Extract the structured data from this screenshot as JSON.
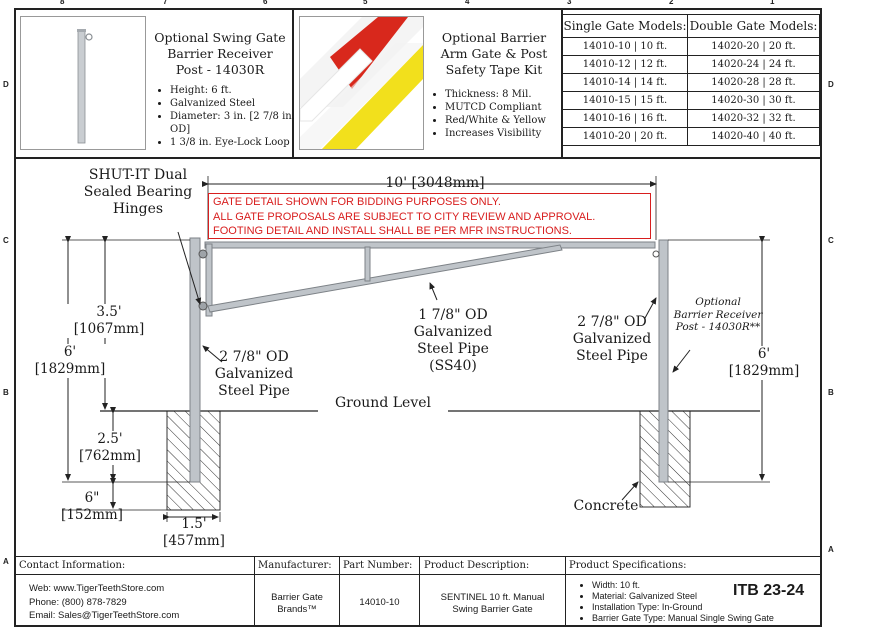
{
  "swing_receiver": {
    "title_lines": [
      "Optional Swing Gate",
      "Barrier Receiver",
      "Post - 14030R"
    ],
    "specs": [
      "Height: 6 ft.",
      "Galvanized Steel",
      "Diameter: 3 in. [2 7/8 in. OD]",
      "1 3/8 in. Eye-Lock Loop"
    ]
  },
  "safety_tape": {
    "title_lines": [
      "Optional Barrier",
      "Arm Gate & Post",
      "Safety Tape Kit"
    ],
    "specs": [
      "Thickness: 8 Mil.",
      "MUTCD Compliant",
      "Red/White & Yellow",
      "Increases Visibility"
    ],
    "colors": {
      "red": "#d8281c",
      "yellow": "#f2e01c",
      "white": "#f4f4f4"
    }
  },
  "models": {
    "single_header": "Single Gate Models:",
    "double_header": "Double Gate Models:",
    "rows": [
      {
        "single": "14010-10 | 10 ft.",
        "double": "14020-20 | 20 ft."
      },
      {
        "single": "14010-12 | 12 ft.",
        "double": "14020-24 | 24 ft."
      },
      {
        "single": "14010-14 | 14 ft.",
        "double": "14020-28 | 28 ft."
      },
      {
        "single": "14010-15 | 15 ft.",
        "double": "14020-30 | 30 ft."
      },
      {
        "single": "14010-16 | 16 ft.",
        "double": "14020-32 | 32 ft."
      },
      {
        "single": "14010-20 | 20 ft.",
        "double": "14020-40 | 40 ft."
      }
    ]
  },
  "zones": {
    "top": [
      "8",
      "7",
      "6",
      "5",
      "4",
      "3",
      "2",
      "1"
    ],
    "left": [
      "D",
      "C",
      "B",
      "A"
    ],
    "right": [
      "D",
      "C",
      "B",
      "A"
    ]
  },
  "drawing": {
    "width_dim": "10' [3048mm]",
    "notice_lines": [
      "GATE DETAIL SHOWN FOR BIDDING PURPOSES ONLY.",
      "ALL GATE PROPOSALS ARE SUBJECT TO CITY REVIEW AND APPROVAL.",
      "FOOTING DETAIL AND INSTALL SHALL BE PER MFR INSTRUCTIONS."
    ],
    "notice_color": "#d81e1e",
    "hinges_label": [
      "SHUT-IT Dual",
      "Sealed Bearing",
      "Hinges"
    ],
    "height_35": [
      "3.5'",
      "[1067mm]"
    ],
    "height_6_left": [
      "6'",
      "[1829mm]"
    ],
    "height_6_right": [
      "6'",
      "[1829mm]"
    ],
    "depth_25": [
      "2.5'",
      "[762mm]"
    ],
    "depth_6in": [
      "6\"",
      "[152mm]"
    ],
    "width_15": [
      "1.5'",
      "[457mm]"
    ],
    "post_left_label": [
      "2 7/8\" OD",
      "Galvanized",
      "Steel Pipe"
    ],
    "arm_label": [
      "1 7/8\" OD",
      "Galvanized",
      "Steel Pipe",
      "(SS40)"
    ],
    "post_right_label": [
      "2 7/8\" OD",
      "Galvanized",
      "Steel Pipe"
    ],
    "receiver_label": [
      "Optional",
      "Barrier Receiver",
      "Post - 14030R**"
    ],
    "ground_label": "Ground Level",
    "concrete_label": "Concrete",
    "pipe_color": "#bfc4c9"
  },
  "footer": {
    "contact_header": "Contact Information:",
    "manufacturer_header": "Manufacturer:",
    "part_header": "Part Number:",
    "description_header": "Product Description:",
    "specs_header": "Product Specifications:",
    "web": "Web: www.TigerTeethStore.com",
    "phone": "Phone: (800) 878-7829",
    "email": "Email: Sales@TigerTeethStore.com",
    "manufacturer_lines": [
      "Barrier Gate",
      "Brands™"
    ],
    "part_number": "14010-10",
    "description_lines": [
      "SENTINEL 10 ft. Manual",
      "Swing Barrier Gate"
    ],
    "spec_items": [
      "Width: 10 ft.",
      "Material: Galvanized Steel",
      "Installation Type: In-Ground",
      "Barrier Gate Type: Manual Single Swing Gate"
    ],
    "doc_id": "ITB 23-24"
  }
}
